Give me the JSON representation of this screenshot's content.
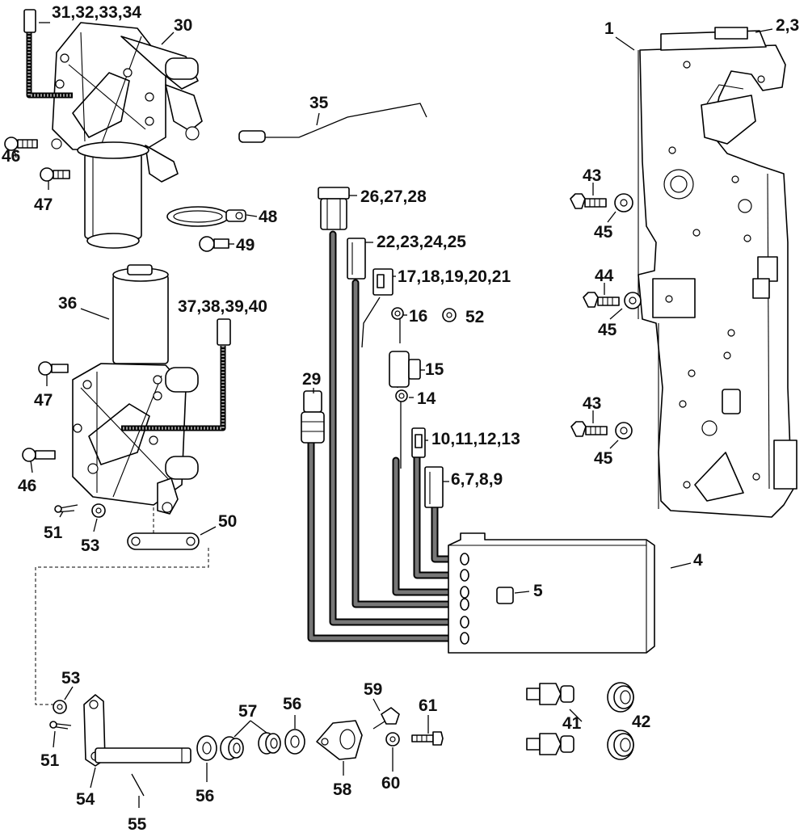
{
  "labels": {
    "p1": "1",
    "p2_3": "2,3",
    "p4": "4",
    "p5": "5",
    "p6_9": "6,7,8,9",
    "p10_13": "10,11,12,13",
    "p14": "14",
    "p15": "15",
    "p16": "16",
    "p17_21": "17,18,19,20,21",
    "p22_25": "22,23,24,25",
    "p26_28": "26,27,28",
    "p29": "29",
    "p30": "30",
    "p31_34": "31,32,33,34",
    "p35": "35",
    "p36": "36",
    "p37_40": "37,38,39,40",
    "p41": "41",
    "p42": "42",
    "p43a": "43",
    "p43b": "43",
    "p44": "44",
    "p45a": "45",
    "p45b": "45",
    "p45c": "45",
    "p46a": "46",
    "p46b": "46",
    "p47a": "47",
    "p47b": "47",
    "p48": "48",
    "p49": "49",
    "p50": "50",
    "p51a": "51",
    "p51b": "51",
    "p52": "52",
    "p53a": "53",
    "p53b": "53",
    "p54": "54",
    "p55": "55",
    "p56a": "56",
    "p56b": "56",
    "p57": "57",
    "p58": "58",
    "p59": "59",
    "p60": "60",
    "p61": "61"
  }
}
